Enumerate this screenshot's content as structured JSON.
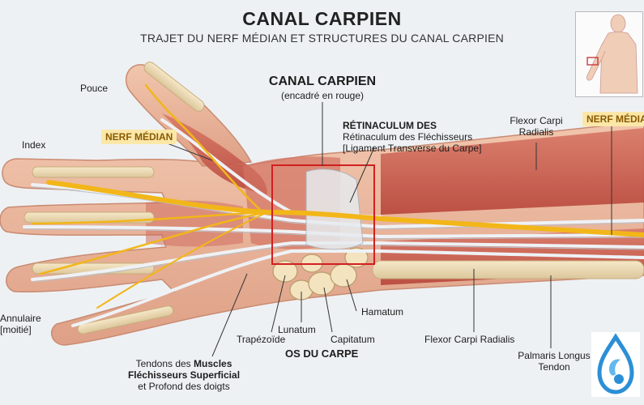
{
  "title": "CANAL CARPIEN",
  "subtitle": "TRAJET DU NERF MÉDIAN ET STRUCTURES DU CANAL CARPIEN",
  "labels": {
    "pouce": "Pouce",
    "index": "Index",
    "nerf_median_left": "NERF MÉDIAN",
    "nerf_median_right": "NERF MÉDIAN",
    "canal_carpien": "CANAL CARPIEN",
    "encadre": "(encadré en rouge)",
    "retinaculum_heading": "RÉTINACULUM DES",
    "retinaculum_line1": "Rétinaculum des Fléchisseurs",
    "retinaculum_line2": "[Ligament Transverse du Carpe]",
    "flexor_top_line1": "Flexor Carpi",
    "flexor_top_line2": "Radialis",
    "annulaire_line1": "Annulaire",
    "annulaire_line2": "[moitié]",
    "hamatum": "Hamatum",
    "lunatum": "Lunatum",
    "trapezoide": "Trapézoïde",
    "capitatum": "Capitatum",
    "os_du_carpe": "OS DU CARPE",
    "flexor_bottom": "Flexor Carpi Radialis",
    "palmaris_line1": "Palmaris Longus",
    "palmaris_line2": "Tendon",
    "tendons_line1_a": "Tendons des ",
    "tendons_line1_b": "Muscles",
    "tendons_line2": "Fléchisseurs Superficial",
    "tendons_line3": "et Profond des doigts"
  },
  "colors": {
    "nerve": "#f2b619",
    "carpal_box": "#d02020",
    "muscle": "#c9584a",
    "skin": "#e9b69d",
    "tag_bg": "#fbe7a8"
  },
  "icons": {
    "inset": "body-silhouette-icon",
    "logo": "water-droplet-logo-icon"
  }
}
